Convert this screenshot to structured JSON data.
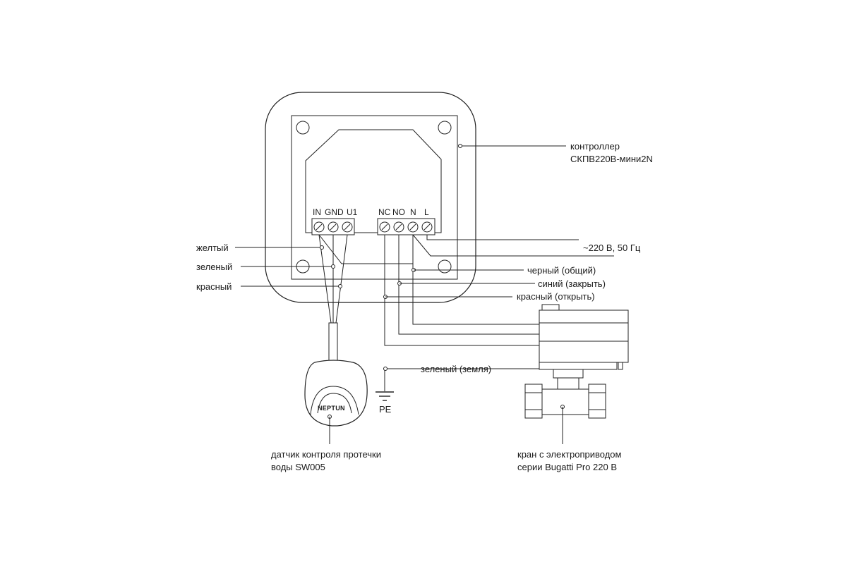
{
  "controller": {
    "label_line1": "контроллер",
    "label_line2": "СКПВ220В-мини2N",
    "left_terminals": [
      "IN",
      "GND",
      "U1"
    ],
    "right_terminals": [
      "NC",
      "NO",
      "N",
      "L"
    ]
  },
  "power_label": "~220 В, 50 Гц",
  "sensor_wires": {
    "yellow": "желтый",
    "green": "зеленый",
    "red": "красный"
  },
  "valve_wires": {
    "black": "черный (общий)",
    "blue": "синий (закрыть)",
    "red": "красный (открыть)",
    "ground": "зеленый (земля)"
  },
  "ground_label": "PE",
  "sensor": {
    "brand": "NEPTUN",
    "label_line1": "датчик контроля протечки",
    "label_line2": "воды SW005"
  },
  "valve": {
    "label_line1": "кран с электроприводом",
    "label_line2": "серии Bugatti Pro 220 В"
  }
}
